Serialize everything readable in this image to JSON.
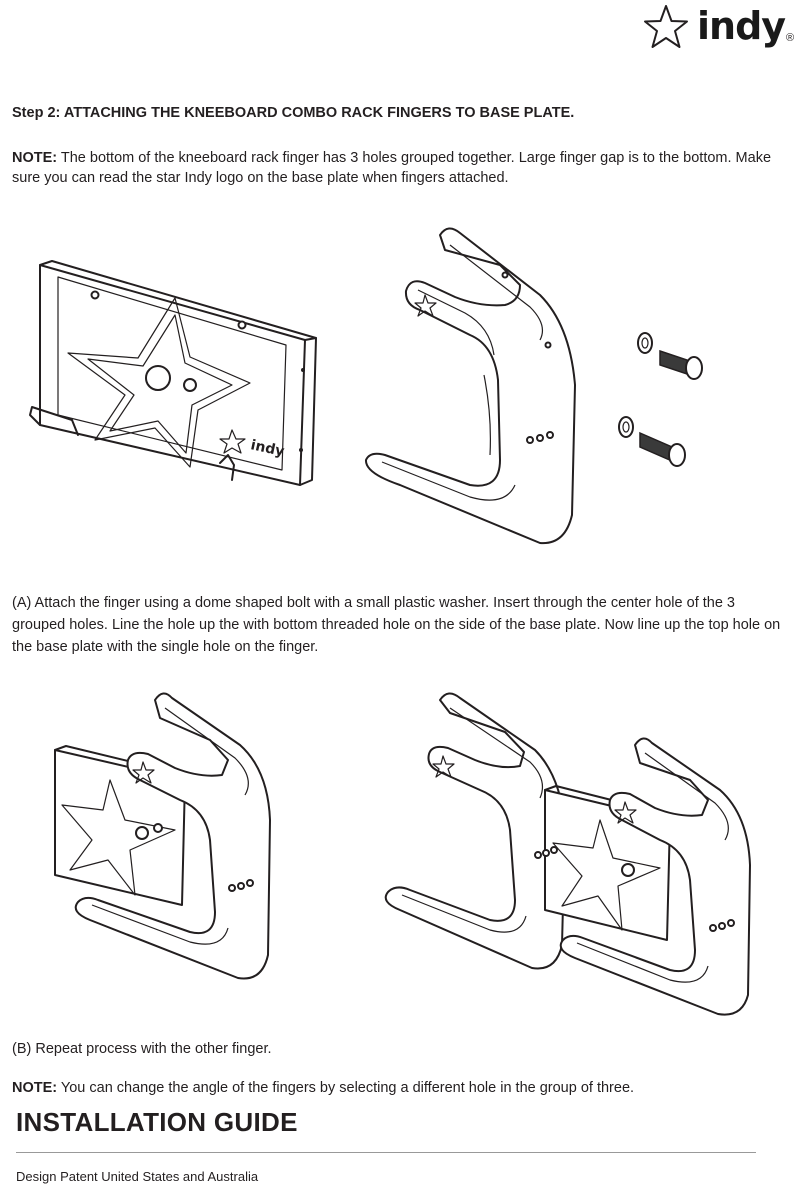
{
  "brand": {
    "name": "indy",
    "registered": "®"
  },
  "step": {
    "heading": "Step 2:  ATTACHING THE KNEEBOARD COMBO RACK FINGERS TO BASE PLATE."
  },
  "note1": {
    "label": "NOTE:",
    "text": " The bottom of the kneeboard rack finger has 3 holes grouped together. Large finger gap is to the bottom. Make sure you can read the star Indy logo on the base plate when fingers attached."
  },
  "figure1": {
    "plate_logo": "indy"
  },
  "instructions": {
    "a": "(A) Attach the finger using a dome shaped bolt with a small plastic washer. Insert through the center hole of the 3 grouped holes. Line the hole up the with bottom threaded  hole on the side of the base plate. Now line up the top hole on the base plate with the single hole on the finger.",
    "b": "(B) Repeat process with the other finger."
  },
  "note2": {
    "label": "NOTE:",
    "text": " You can change the angle of the fingers by selecting a different hole in the group of three."
  },
  "guide_title": "INSTALLATION GUIDE",
  "footer": "Design Patent United States and Australia"
}
